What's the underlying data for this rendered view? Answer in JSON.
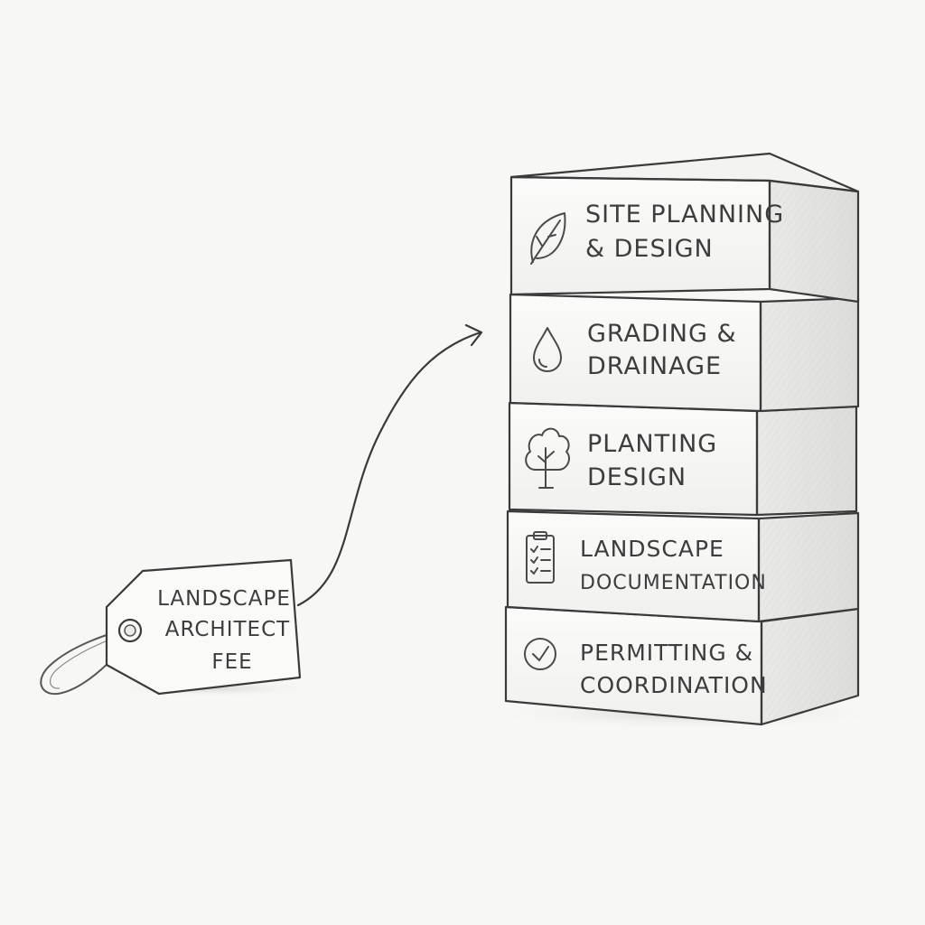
{
  "tag": {
    "lines": [
      "LANDSCAPE",
      "ARCHITECT",
      "FEE"
    ]
  },
  "blocks": [
    {
      "icon": "leaf-icon",
      "lines": [
        "SITE PLANNING",
        "& DESIGN"
      ]
    },
    {
      "icon": "water-drop-icon",
      "lines": [
        "GRADING &",
        "DRAINAGE"
      ]
    },
    {
      "icon": "tree-icon",
      "lines": [
        "PLANTING",
        "DESIGN"
      ]
    },
    {
      "icon": "clipboard-checklist-icon",
      "lines": [
        "LANDSCAPE",
        "DOCUMENTATION"
      ]
    },
    {
      "icon": "check-circle-icon",
      "lines": [
        "PERMITTING &",
        "COORDINATION"
      ]
    }
  ]
}
